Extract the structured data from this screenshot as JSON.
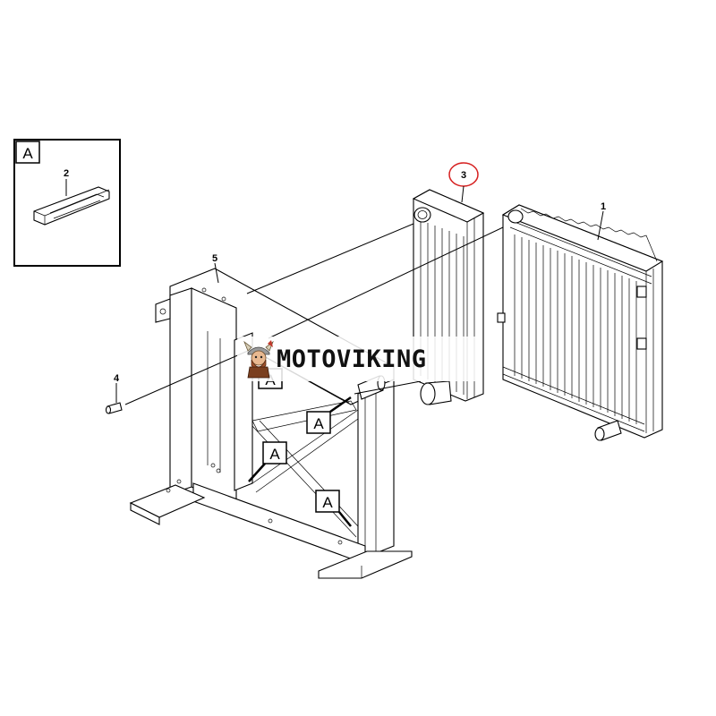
{
  "callouts": {
    "radiator": "1",
    "bracket": "2",
    "charge_air_cooler": "3",
    "fitting": "4",
    "frame": "5"
  },
  "reference_label": "A",
  "highlight_color": "#d62020",
  "watermark": {
    "text": "MOTOVIKING",
    "logo": "viking-mascot-icon"
  }
}
